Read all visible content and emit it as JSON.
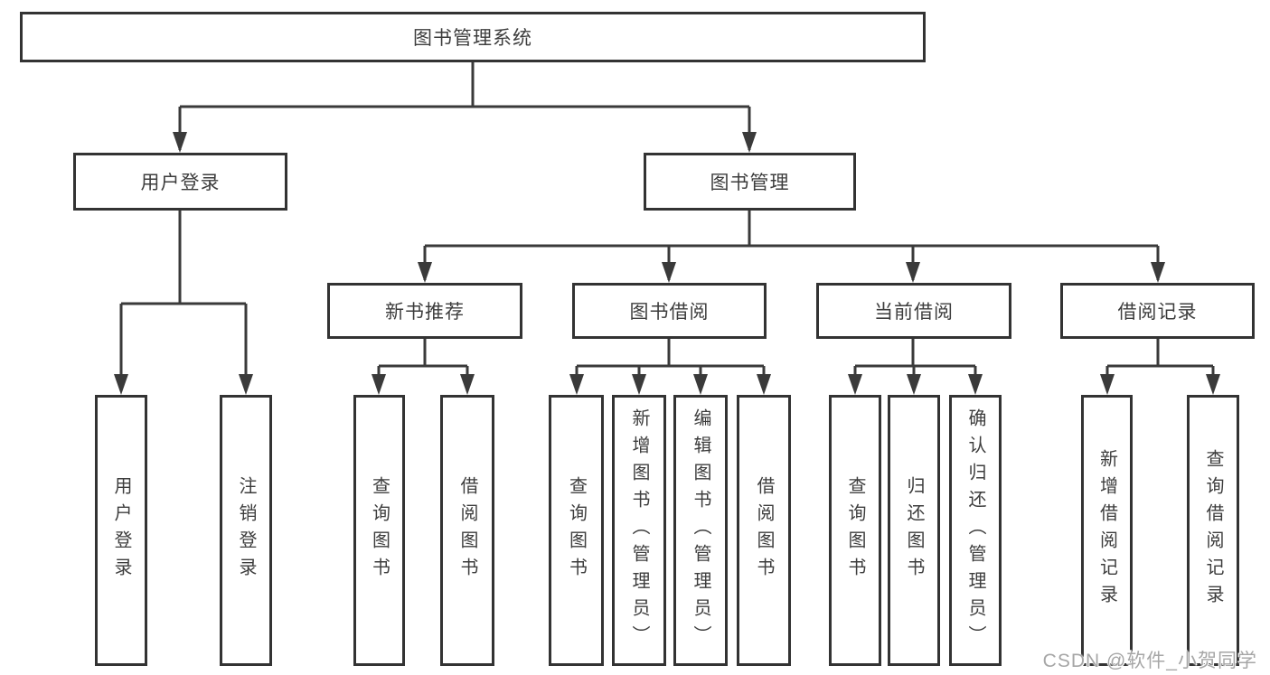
{
  "diagram": {
    "root": {
      "label": "图书管理系统"
    },
    "user_branch": {
      "label": "用户登录",
      "children": [
        {
          "label": "用户登录"
        },
        {
          "label": "注销登录"
        }
      ]
    },
    "book_branch": {
      "label": "图书管理",
      "groups": [
        {
          "label": "新书推荐",
          "children": [
            {
              "label": "查询图书"
            },
            {
              "label": "借阅图书"
            }
          ]
        },
        {
          "label": "图书借阅",
          "children": [
            {
              "label": "查询图书"
            },
            {
              "label": "新增图书（管理员）"
            },
            {
              "label": "编辑图书（管理员）"
            },
            {
              "label": "借阅图书"
            }
          ]
        },
        {
          "label": "当前借阅",
          "children": [
            {
              "label": "查询图书"
            },
            {
              "label": "归还图书"
            },
            {
              "label": "确认归还（管理员）"
            }
          ]
        },
        {
          "label": "借阅记录",
          "children": [
            {
              "label": "新增借阅记录"
            },
            {
              "label": "查询借阅记录"
            }
          ]
        }
      ]
    }
  },
  "watermark": {
    "text": "CSDN @软件_小贺同学"
  },
  "colors": {
    "line": "#3a3a3a",
    "box_border": "#333333",
    "text": "#3d3d3d",
    "background": "#ffffff",
    "watermark": "#a6a6a6"
  }
}
